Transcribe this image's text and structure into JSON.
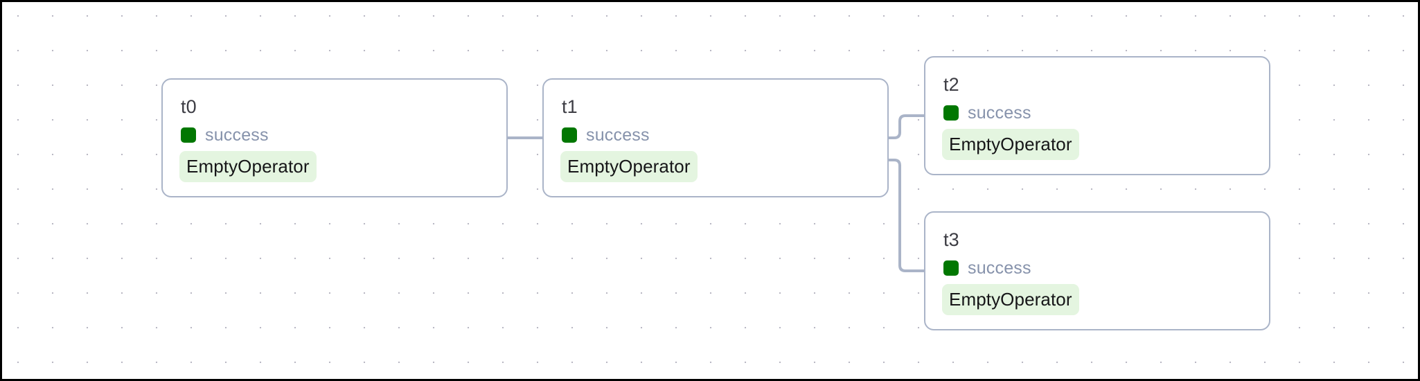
{
  "view": {
    "name": "dag-graph-view",
    "background": "#ffffff",
    "grid": {
      "dot_color": "#b9b8c4",
      "spacing": 50
    },
    "edge_color": "#aab4c8",
    "node_border_color": "#aab4c8",
    "status_color": "#017701",
    "operator_badge_bg": "#e4f5e0"
  },
  "nodes": [
    {
      "id": "t0",
      "title": "t0",
      "status": "success",
      "status_icon": "square-status-icon",
      "operator": "EmptyOperator"
    },
    {
      "id": "t1",
      "title": "t1",
      "status": "success",
      "status_icon": "square-status-icon",
      "operator": "EmptyOperator"
    },
    {
      "id": "t2",
      "title": "t2",
      "status": "success",
      "status_icon": "square-status-icon",
      "operator": "EmptyOperator"
    },
    {
      "id": "t3",
      "title": "t3",
      "status": "success",
      "status_icon": "square-status-icon",
      "operator": "EmptyOperator"
    }
  ],
  "edges": [
    {
      "id": "t0-t1",
      "from": "t0",
      "to": "t1"
    },
    {
      "id": "t1-t2",
      "from": "t1",
      "to": "t2"
    },
    {
      "id": "t1-t3",
      "from": "t1",
      "to": "t3"
    }
  ]
}
